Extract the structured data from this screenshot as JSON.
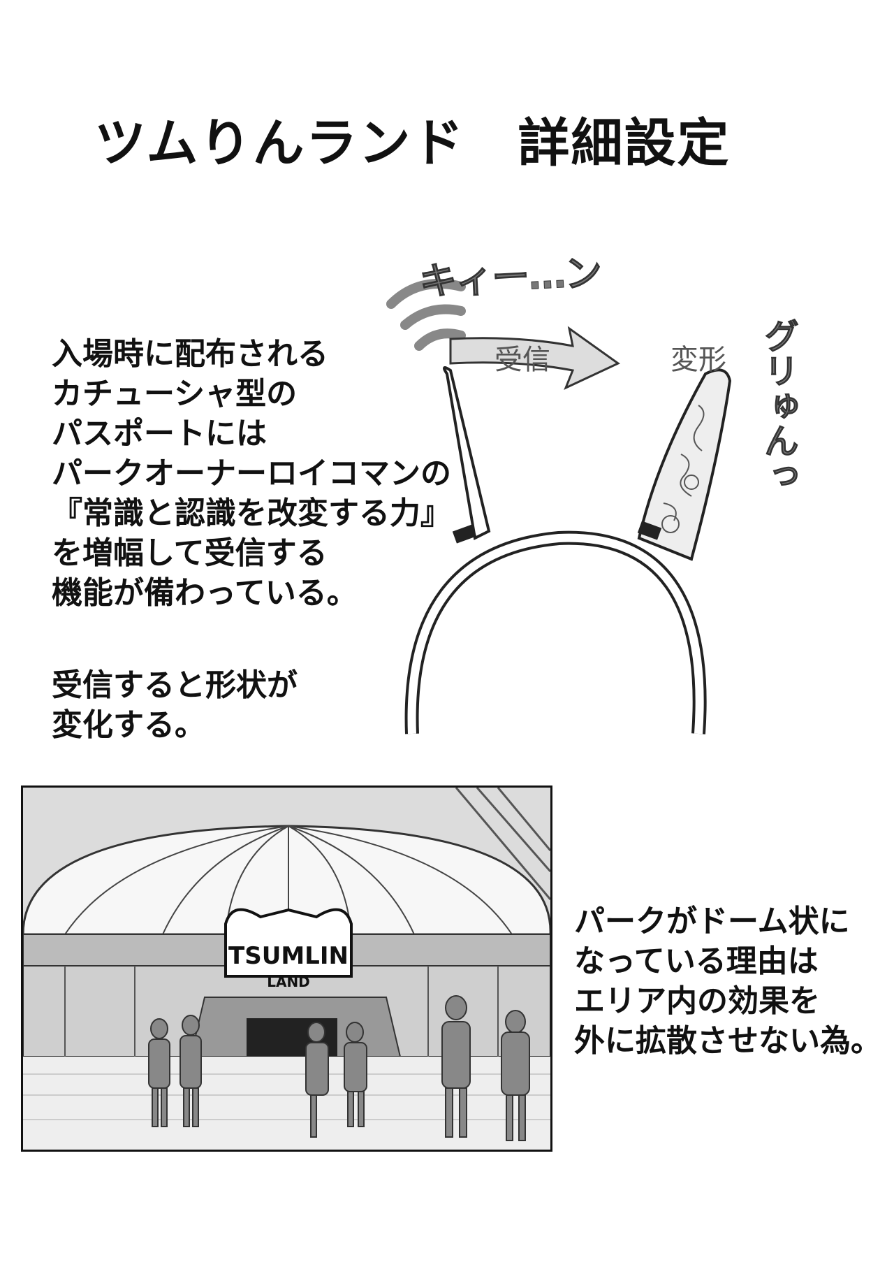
{
  "title": "ツムりんランド　詳細設定",
  "description": {
    "lines": [
      "入場時に配布される",
      "カチューシャ型の",
      "パスポートには",
      "パークオーナーロイコマンの",
      "『常識と認識を改変する力』",
      "を増幅して受信する",
      "機能が備わっている。"
    ],
    "lines2": [
      "受信すると形状が",
      "変化する。"
    ]
  },
  "diagram": {
    "label_receive": "受信",
    "label_transform": "変形",
    "sfx_kiin": "キィー…ン",
    "sfx_guri": "グリゅんっ"
  },
  "illustration": {
    "logo_main": "TSUMLIN",
    "logo_sub": "LAND"
  },
  "note": {
    "lines": [
      "パークがドーム状に",
      "なっている理由は",
      "エリア内の効果を",
      "外に拡散させない為。"
    ]
  }
}
